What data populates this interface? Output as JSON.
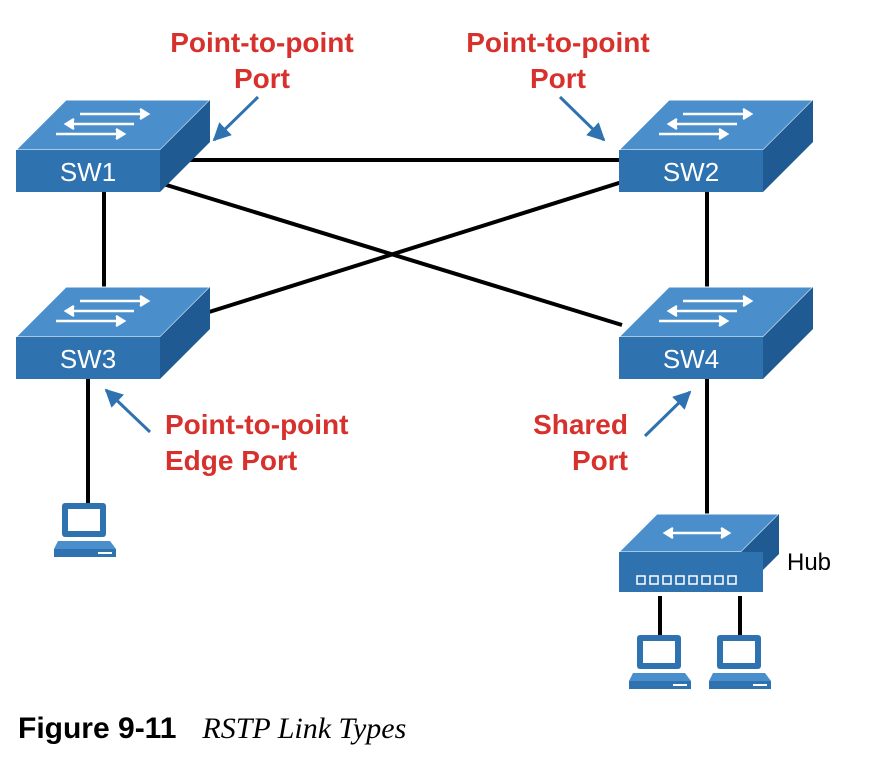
{
  "switches": [
    {
      "label": "SW1"
    },
    {
      "label": "SW2"
    },
    {
      "label": "SW3"
    },
    {
      "label": "SW4"
    }
  ],
  "hub": {
    "label": "Hub"
  },
  "annotations": {
    "sw1_port": {
      "line1": "Point-to-point",
      "line2": "Port"
    },
    "sw2_port": {
      "line1": "Point-to-point",
      "line2": "Port"
    },
    "sw3_edge": {
      "line1": "Point-to-point",
      "line2": "Edge Port"
    },
    "sw4_shared": {
      "line1": "Shared",
      "line2": "Port"
    }
  },
  "colors": {
    "annotation": "#d7312d",
    "device_front": "#2e72b0",
    "device_top": "#4a8fcb",
    "device_side": "#1f5a93",
    "link": "#000000"
  },
  "caption": {
    "number": "Figure 9-11",
    "title": "RSTP Link Types"
  }
}
